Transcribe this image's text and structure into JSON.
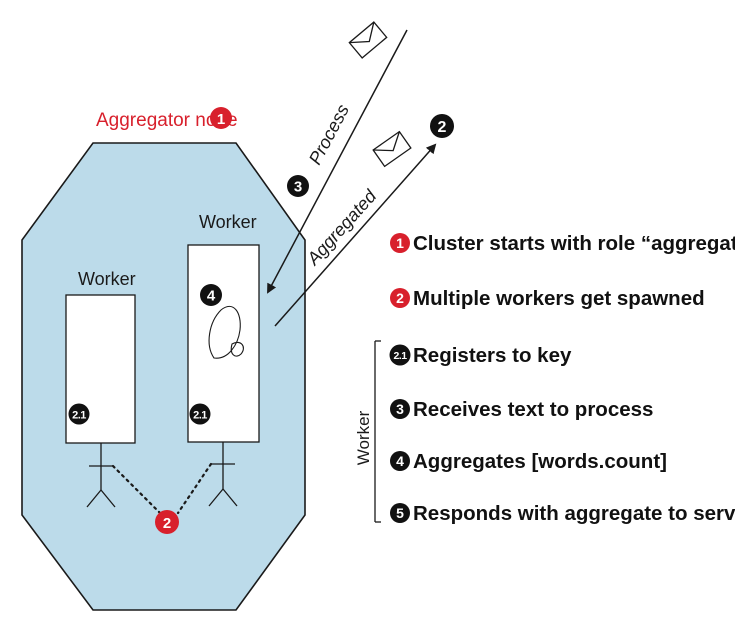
{
  "colors": {
    "node_fill": "#bcdbea",
    "accent_red": "#d8202c",
    "badge_black": "#111111",
    "line": "#1a1a1a"
  },
  "node": {
    "title": "Aggregator node",
    "badge": "1"
  },
  "workers": [
    {
      "title": "Worker",
      "badge": "2.1"
    },
    {
      "title": "Worker",
      "badge": "2.1",
      "inner_badge": "4"
    }
  ],
  "spawn_badge": "2",
  "arrows": {
    "process_label": "Process",
    "process_badge": "3",
    "aggregated_label": "Aggregated",
    "aggregated_badge": "2"
  },
  "legend": {
    "items": [
      {
        "badge": "1",
        "text": "Cluster starts with role “aggregator”",
        "style": "red"
      },
      {
        "badge": "2",
        "text": "Multiple workers get spawned",
        "style": "red"
      },
      {
        "badge": "2.1",
        "text": "Registers to key",
        "style": "black"
      },
      {
        "badge": "3",
        "text": "Receives text to process",
        "style": "black"
      },
      {
        "badge": "4",
        "text": "Aggregates [words.count]",
        "style": "black"
      },
      {
        "badge": "5",
        "text": "Responds with aggregate to service",
        "style": "black"
      }
    ],
    "bracket_label": "Worker"
  }
}
